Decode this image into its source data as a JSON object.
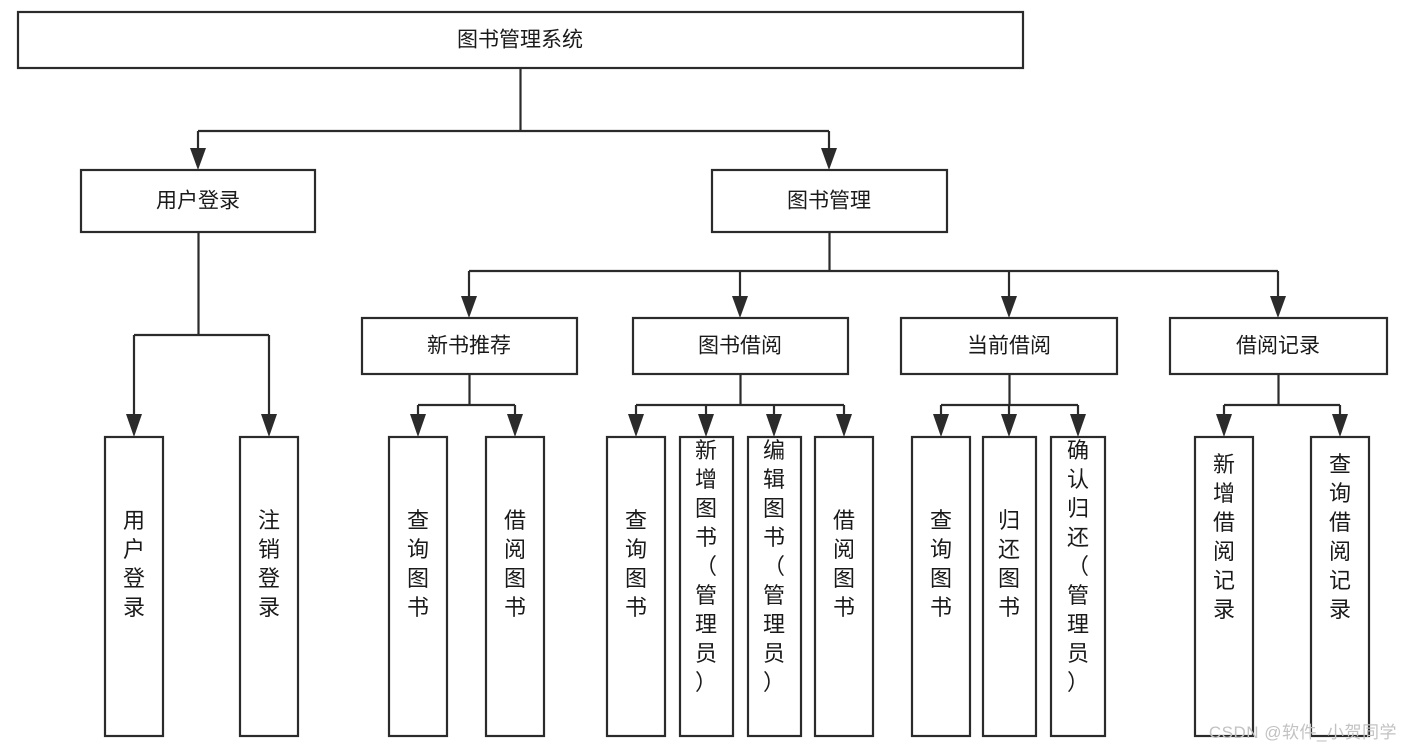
{
  "diagram": {
    "type": "tree-hierarchy-flowchart",
    "title": "图书管理系统",
    "orientation": "top-down",
    "watermark": "CSDN @软件_小贺同学",
    "colors": {
      "box_fill": "#ffffff",
      "box_stroke": "#2b2b2b",
      "text": "#1a1a1a",
      "watermark": "#c2c2c2",
      "background": "#ffffff"
    },
    "levels": {
      "root": {
        "label": "图书管理系统"
      },
      "level2": [
        {
          "id": "user-login",
          "label": "用户登录"
        },
        {
          "id": "book-manage",
          "label": "图书管理"
        }
      ],
      "level3": [
        {
          "id": "new-book-rec",
          "label": "新书推荐",
          "parent": "book-manage"
        },
        {
          "id": "book-borrow",
          "label": "图书借阅",
          "parent": "book-manage"
        },
        {
          "id": "current-borrow",
          "label": "当前借阅",
          "parent": "book-manage"
        },
        {
          "id": "borrow-record",
          "label": "借阅记录",
          "parent": "book-manage"
        }
      ],
      "leaves": [
        {
          "id": "leaf-user-login",
          "label": "用户登录",
          "parent": "user-login"
        },
        {
          "id": "leaf-logout",
          "label": "注销登录",
          "parent": "user-login"
        },
        {
          "id": "leaf-query-book-1",
          "label": "查询图书",
          "parent": "new-book-rec"
        },
        {
          "id": "leaf-borrow-book-1",
          "label": "借阅图书",
          "parent": "new-book-rec"
        },
        {
          "id": "leaf-query-book-2",
          "label": "查询图书",
          "parent": "book-borrow"
        },
        {
          "id": "leaf-add-book",
          "label": "新增图书（管理员）",
          "parent": "book-borrow"
        },
        {
          "id": "leaf-edit-book",
          "label": "编辑图书（管理员）",
          "parent": "book-borrow"
        },
        {
          "id": "leaf-borrow-book-2",
          "label": "借阅图书",
          "parent": "book-borrow"
        },
        {
          "id": "leaf-query-book-3",
          "label": "查询图书",
          "parent": "current-borrow"
        },
        {
          "id": "leaf-return-book",
          "label": "归还图书",
          "parent": "current-borrow"
        },
        {
          "id": "leaf-confirm-return",
          "label": "确认归还（管理员）",
          "parent": "current-borrow"
        },
        {
          "id": "leaf-add-record",
          "label": "新增借阅记录",
          "parent": "borrow-record"
        },
        {
          "id": "leaf-query-record",
          "label": "查询借阅记录",
          "parent": "borrow-record"
        }
      ]
    }
  }
}
